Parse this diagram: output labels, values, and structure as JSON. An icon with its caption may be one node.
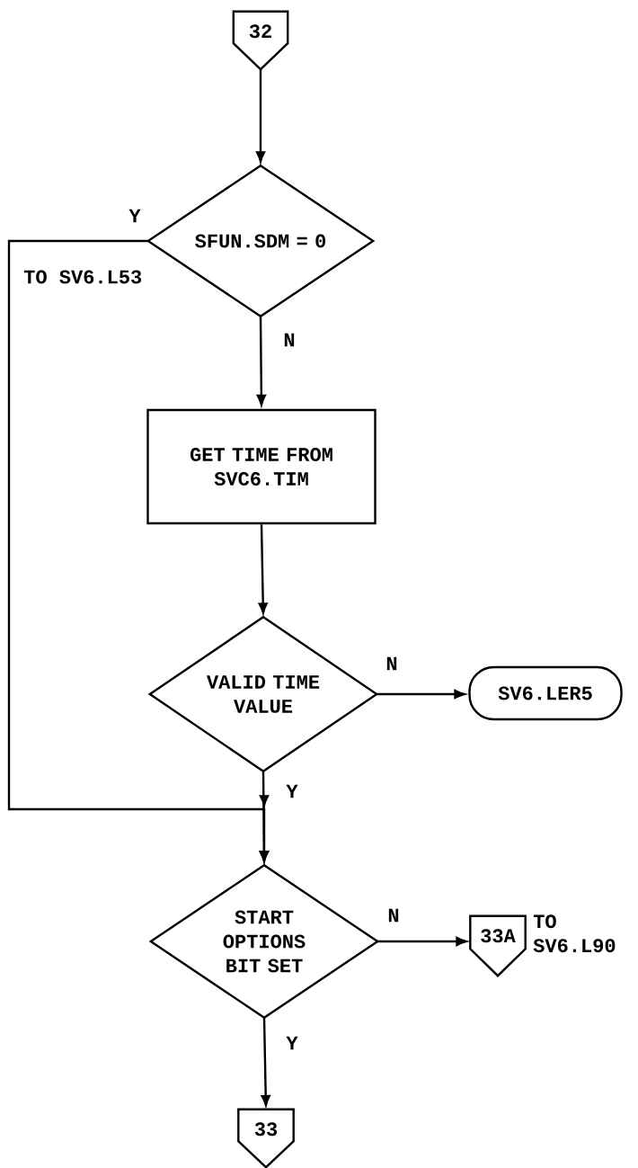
{
  "diagram": {
    "nodes": [
      {
        "text": [
          "32"
        ]
      },
      {
        "text": [
          "SFUN.SDM = 0"
        ]
      },
      {
        "text": [
          "GET TIME FROM SVC6.TIM"
        ]
      },
      {
        "text": [
          "VALID TIME VALUE"
        ]
      },
      {
        "text": [
          "SV6.LER5"
        ]
      },
      {
        "text": [
          "START OPTIONS BIT SET"
        ]
      },
      {
        "text": [
          "33A"
        ],
        "beside": [
          "TO SV6.L90"
        ]
      },
      {
        "text": [
          "33"
        ]
      }
    ],
    "edges": [
      {
        "from": 0,
        "to": 1,
        "arrow": "to"
      },
      {
        "from": 1,
        "to": 2,
        "arrow": "to",
        "label": "N"
      },
      {
        "from": 2,
        "to": 3,
        "arrow": "to"
      },
      {
        "from": 3,
        "to": 4,
        "arrow": "to",
        "label": "N"
      },
      {
        "from": 1,
        "to": 5,
        "arrow": "to",
        "label": "Y"
      },
      {
        "from": 3,
        "to": 5,
        "arrow": "to",
        "label": "Y"
      },
      {
        "from": 5,
        "to": 6,
        "arrow": "to",
        "label": "N"
      },
      {
        "from": 5,
        "to": 7,
        "arrow": "to",
        "label": "Y"
      }
    ],
    "labels": [
      "TO SV6.L53"
    ]
  }
}
